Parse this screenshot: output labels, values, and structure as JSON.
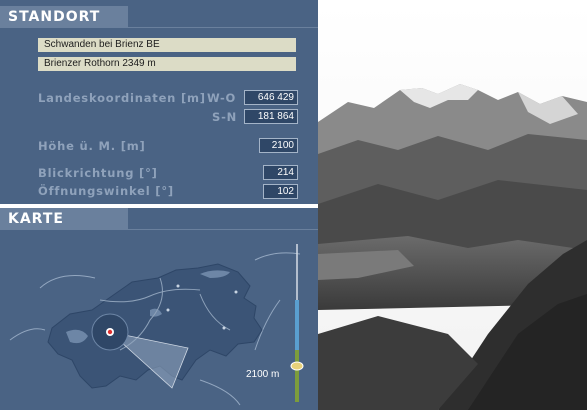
{
  "standort": {
    "title": "STANDORT",
    "location_name": "Schwanden bei Brienz  BE",
    "peak_name": "Brienzer Rothorn  2349 m",
    "coords_label": "Landeskoordinaten [m]",
    "wo_label": "W-O",
    "wo_value": "646 429",
    "sn_label": "S-N",
    "sn_value": "181 864",
    "height_label": "Höhe ü. M. [m]",
    "height_value": "2100",
    "direction_label": "Blickrichtung [°]",
    "direction_value": "214",
    "angle_label": "Öffnungswinkel [°]",
    "angle_value": "102"
  },
  "karte": {
    "title": "KARTE",
    "elevation_label": "2100 m"
  },
  "colors": {
    "panel_bg": "#4a6384",
    "tab_bg": "#6a809d",
    "label_text": "#8fa2bb",
    "field_bg": "#dcdcc6",
    "marker": "#e03030",
    "slider_handle": "#e8d27a"
  },
  "icons": {
    "location_marker": "location-pin-icon",
    "slider_handle": "slider-knob-icon"
  }
}
